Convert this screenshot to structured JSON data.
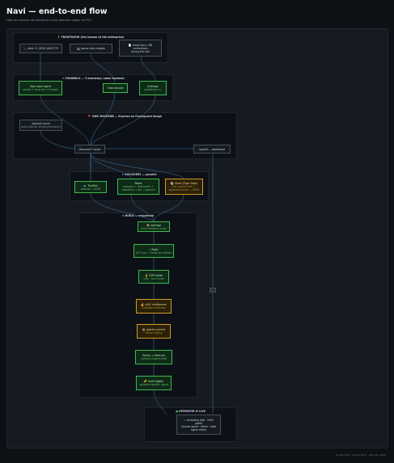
{
  "title": "Navi — end-to-end flow",
  "subtitle": "How one phone call becomes a live operator agent on PCC",
  "zones": {
    "frontdoor": "FRONTDOOR (the human at the enterprise)",
    "channels": "CHANNELS — 3 doorways, same backend",
    "backend": "NAVI BACKEND — Express on Chainguard image",
    "discovery": "DISCOVERY — parallel",
    "build": "BUILD — sequential",
    "operator": "OPERATOR IS LIVE"
  },
  "nodes": {
    "dials": {
      "icon": "📞",
      "l1": "dials +1 (650) 446-9770"
    },
    "chat_console": {
      "icon": "💻",
      "l1": "opens chat console"
    },
    "drops_docs": {
      "icon": "📄",
      "l1": "drops docs / DB",
      "l2": "connections",
      "l3": "during the call"
    },
    "vapi": {
      "l1": "Vapi voice agent",
      "l2": "claude + hmm.tts + Imagen"
    },
    "chat_node": {
      "l1": "Chat console"
    },
    "insforge": {
      "l1": "InsForge",
      "l2": "published n.s."
    },
    "caption": {
      "l1": "/api/call-summ",
      "l2": "pulls slips for structured output"
    },
    "discover_router": {
      "l1": "/discover/* router"
    },
    "dashboard": {
      "l1": "/api/dd — dashboard"
    },
    "tinyfish": {
      "icon": "🐟",
      "l1": "TinyFish",
      "l2": "website → JSON"
    },
    "nexla": {
      "l1": "Nexla",
      "l2": "postgres + sharepoint +",
      "l3": "salesforce + api → pipeline"
    },
    "ghost": {
      "icon": "👻",
      "l1": "Ghost (Tiger Data)",
      "l2": "pre capture fork +",
      "l3": "pgvector/vector → BM25"
    },
    "indexer": {
      "icon": "📦",
      "l1": "InsForge",
      "l2": "fresh Postgres-in-tab"
    },
    "redis": {
      "icon": "⚡",
      "l1": "Redis",
      "l2": "HOT cap + .fold8 vec stream"
    },
    "cdp": {
      "icon": "🔒",
      "l1": "CDP wallet",
      "l2": "new · four funds"
    },
    "x402": {
      "icon": "💰",
      "l1": "x402 middleware",
      "l2": "Coinbase facilitator"
    },
    "agentic": {
      "icon": "🏛",
      "l1": "agentic.market",
      "l2": "attract listing"
    },
    "senso": {
      "l1": "Senso → cited.md",
      "l2": "content engine draft"
    },
    "guild": {
      "icon": "🔑",
      "l1": "Guild deploy",
      "l2": "operator-specific agent"
    },
    "live": {
      "l1": "✓ accepting jobs · x402",
      "l2": "gated",
      "l3": "climate agent · listed · cited",
      "l4": "agent online"
    }
  },
  "footer": "rocket-triad · Ship-It-Final · April 24, 2026"
}
